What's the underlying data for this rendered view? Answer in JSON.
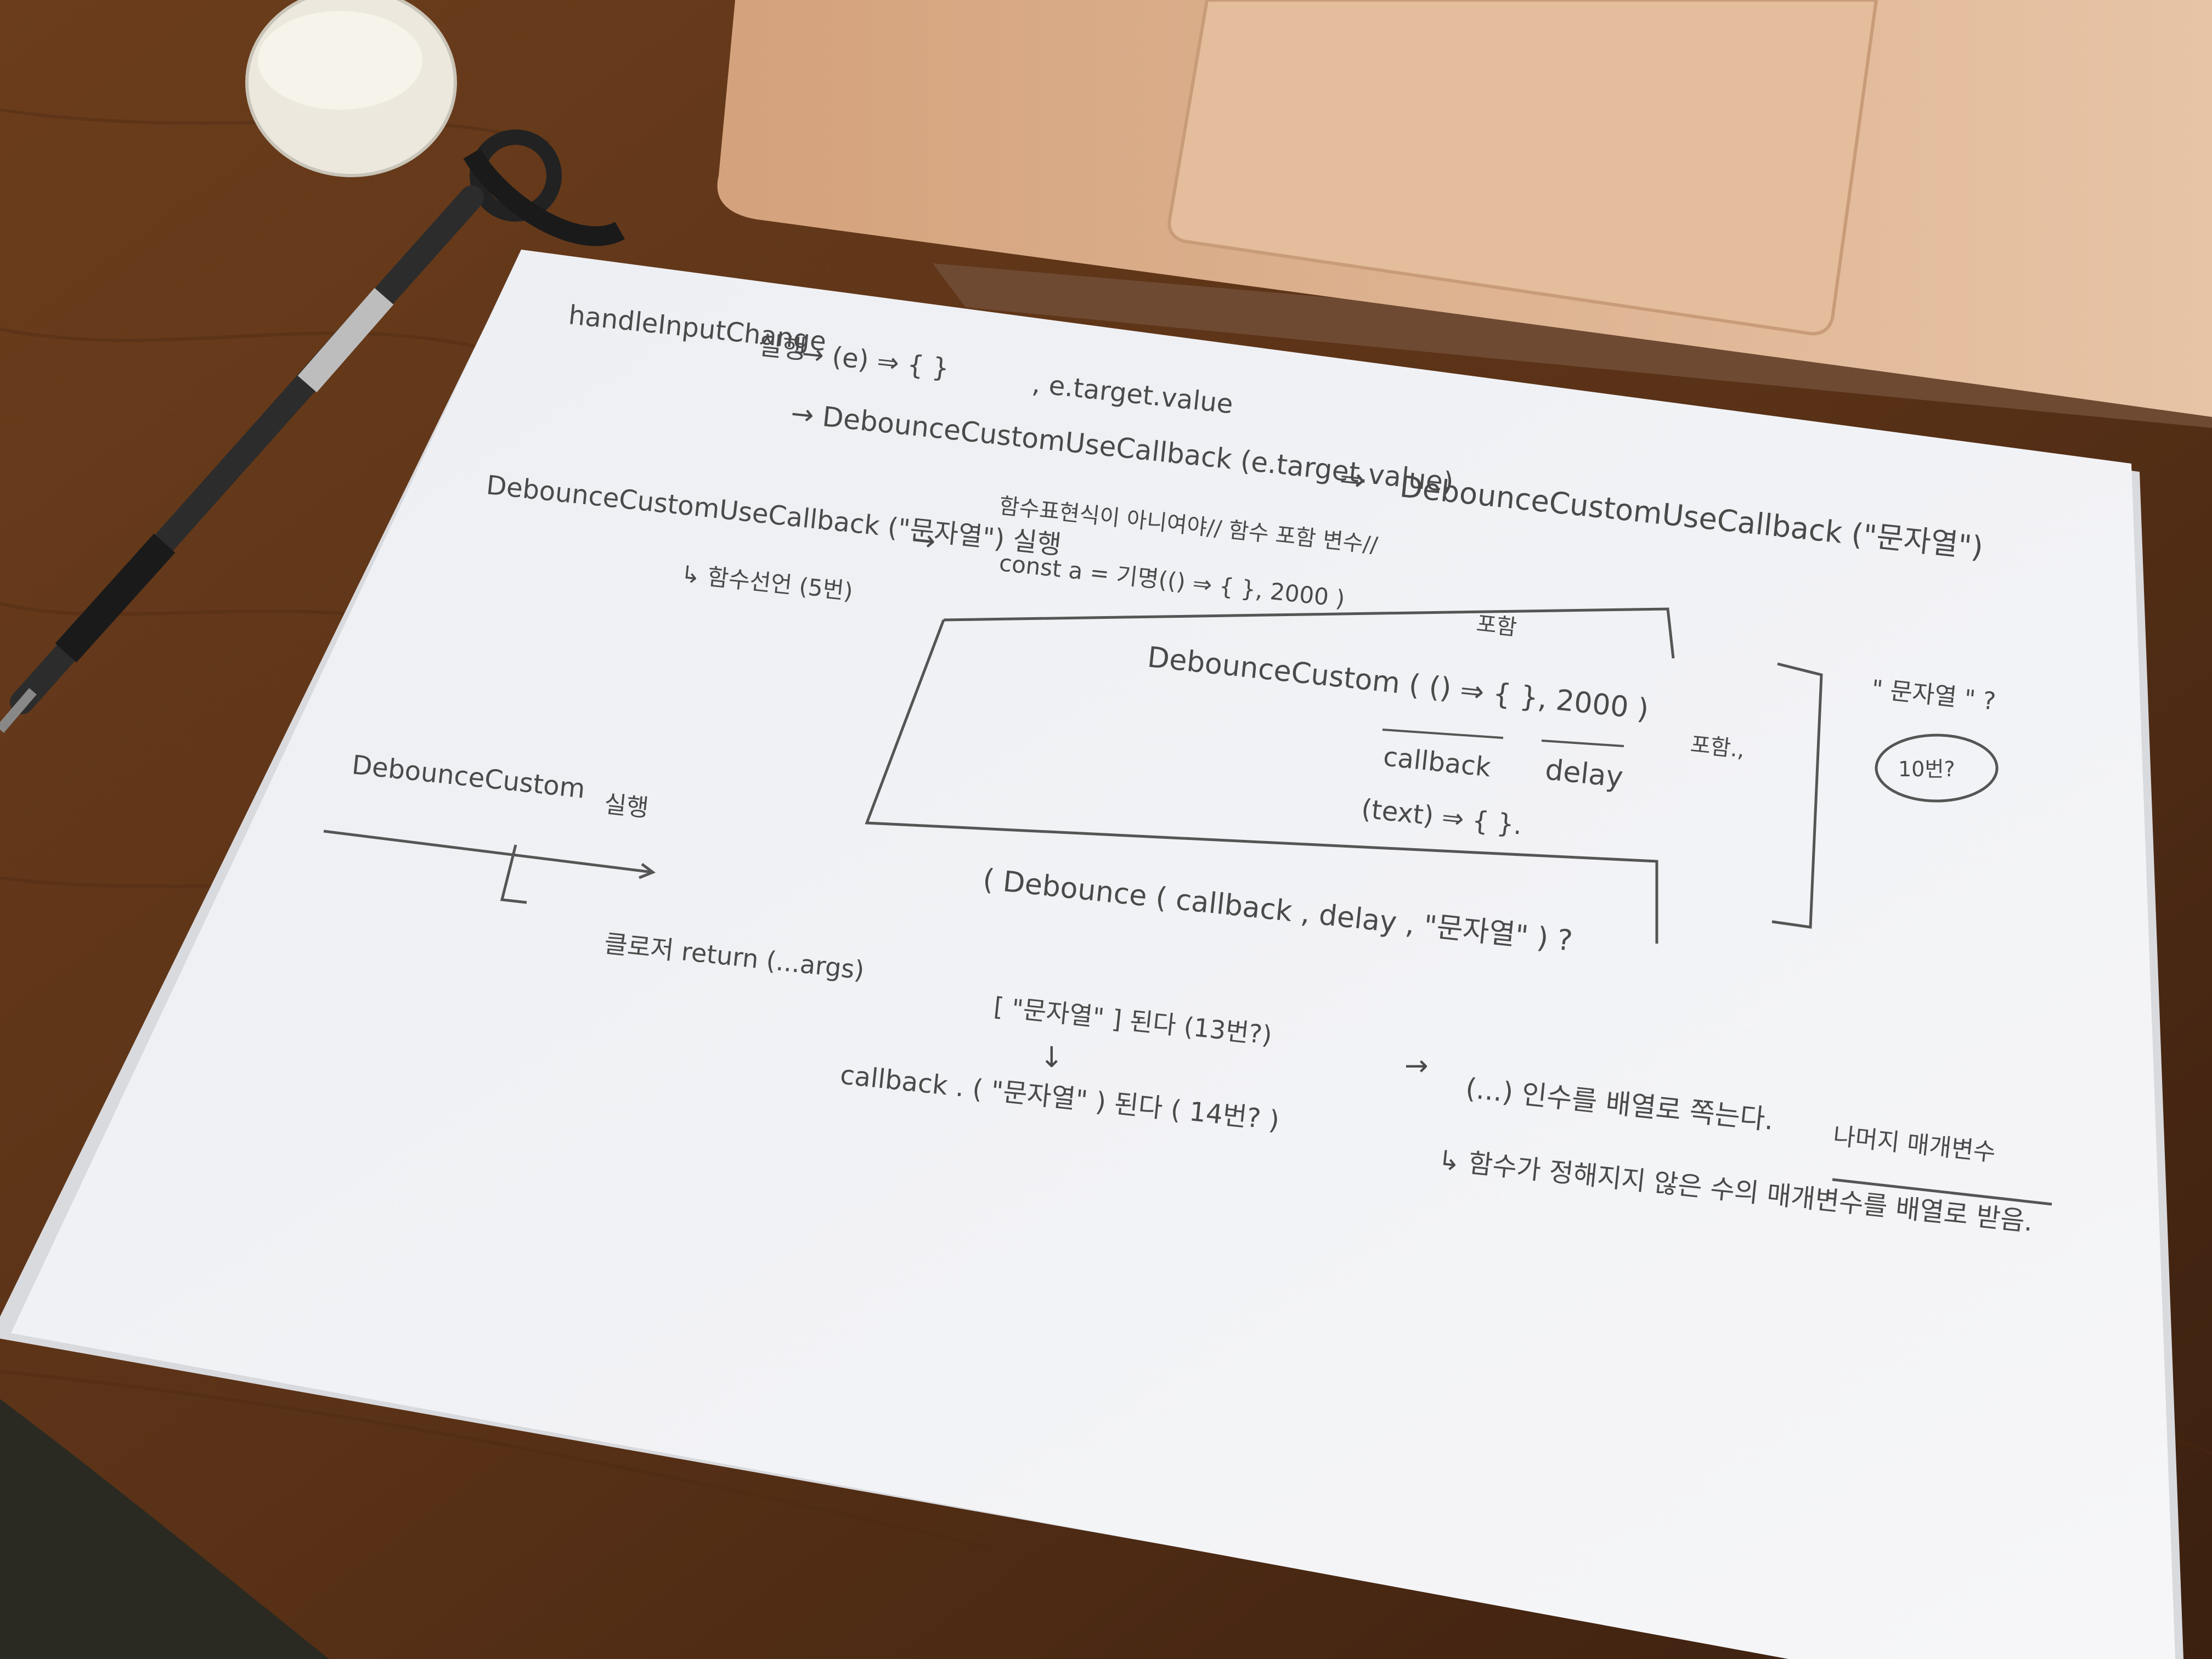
{
  "notes": {
    "line1_label": "handleInputChange",
    "line1_run": "실행",
    "line1_arrow_fn": "→ (e) ⇒ {      }",
    "line1_comma_value": ", e.target.value",
    "line2": "→ DebounceCustomUseCallback (e.target.value)",
    "line2_arrow": "⇒",
    "line2_right": "DebounceCustomUseCallback (\"문자열\")",
    "line3_left": "DebounceCustomUseCallback (\"문자열\") 실행",
    "line3_arrow": "→",
    "line3_annotation": "함수표현식이 아니여야// 함수 포함 변수//",
    "const_line": "const  a  = 기명(() ⇒ {   }, 2000 )",
    "const_suffix": "포함",
    "sub_label": "↳ 함수선언 (5번)",
    "box_line1": "DebounceCustom ( () ⇒ { }, 2000 )",
    "box_suffix": "포함.,",
    "box_callback": "callback",
    "box_delay": "delay",
    "box_text": "(text) ⇒ {    }.",
    "side_quote": "\" 문자열 \" ?",
    "side_circle": "10번?",
    "timeline_label": "DebounceCustom",
    "timeline_run": "실행",
    "debounce_call": "( Debounce ( callback , delay , \"문자열\" ) ?",
    "closure_line": "클로저   return   (...args)",
    "array_line": "[ \"문자열\" ]  된다 (13번?)",
    "down_arrow": "↓",
    "callback_line": "callback . ( \"문자열\" ) 된다 ( 14번? )",
    "rest_arrow": "→",
    "rest_line1": "(...) 인수를 배열로 쪽는다.",
    "rest_underline": "나머지 매개변수",
    "rest_line2": "↳ 함수가 정해지지 않은 수의 매개변수를 배열로 받음."
  },
  "colors": {
    "desk": "#5a3418",
    "paper": "#f1f2f5",
    "laptop": "#d9ab86",
    "trackpad": "#e6c0a0",
    "pencil": "#4b4b4b"
  }
}
